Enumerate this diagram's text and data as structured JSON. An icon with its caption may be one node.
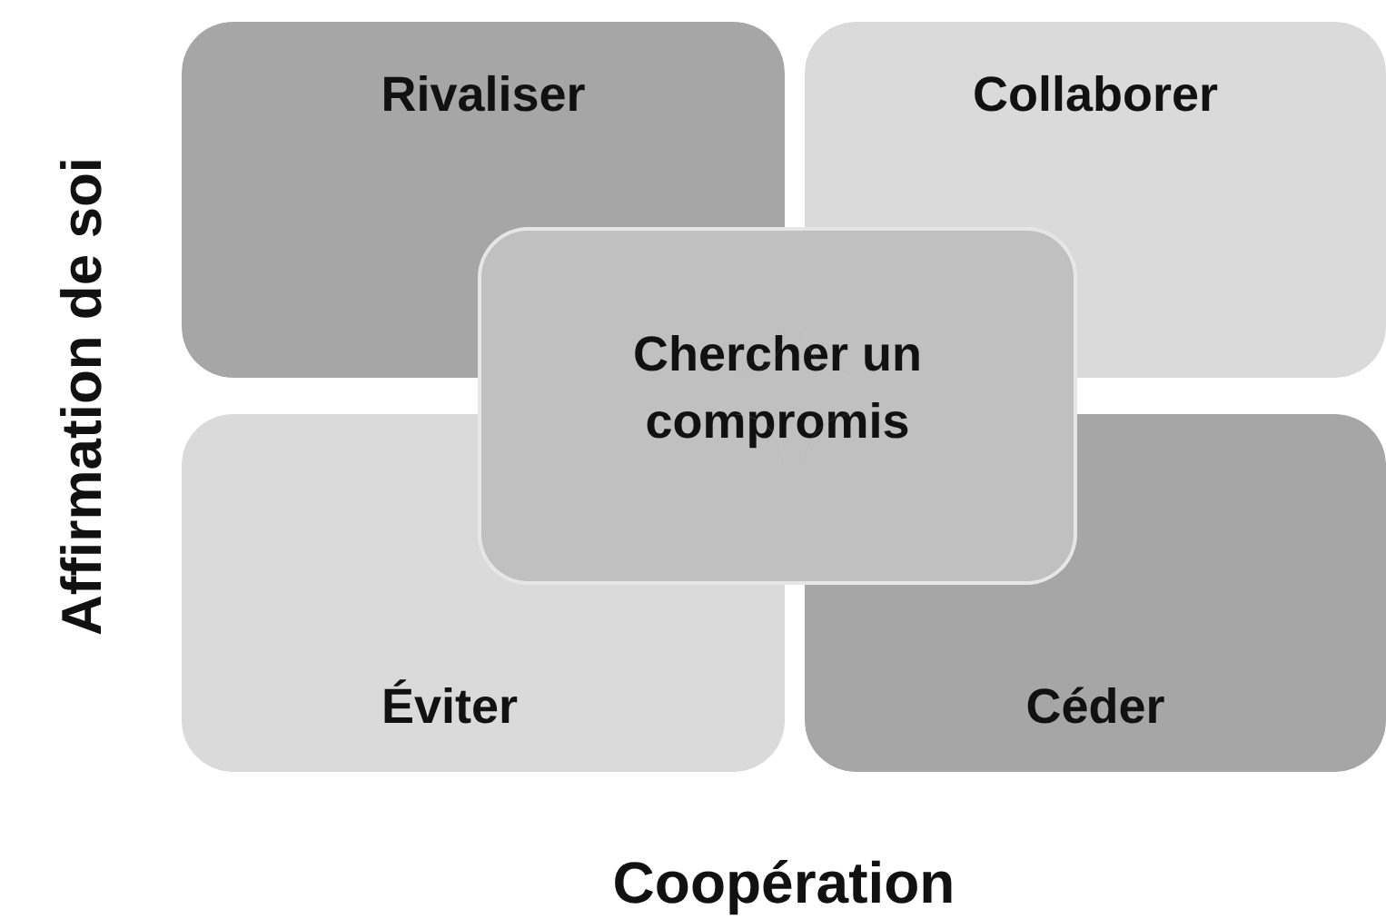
{
  "diagram": {
    "nodes": [
      {
        "text": [
          "Rivaliser"
        ]
      },
      {
        "text": [
          "Collaborer"
        ]
      },
      {
        "text": [
          "Chercher un compromis"
        ]
      },
      {
        "text": [
          "Éviter"
        ]
      },
      {
        "text": [
          "Céder"
        ]
      }
    ],
    "labels": [
      "Affirmation de soi",
      "Coopération"
    ]
  }
}
